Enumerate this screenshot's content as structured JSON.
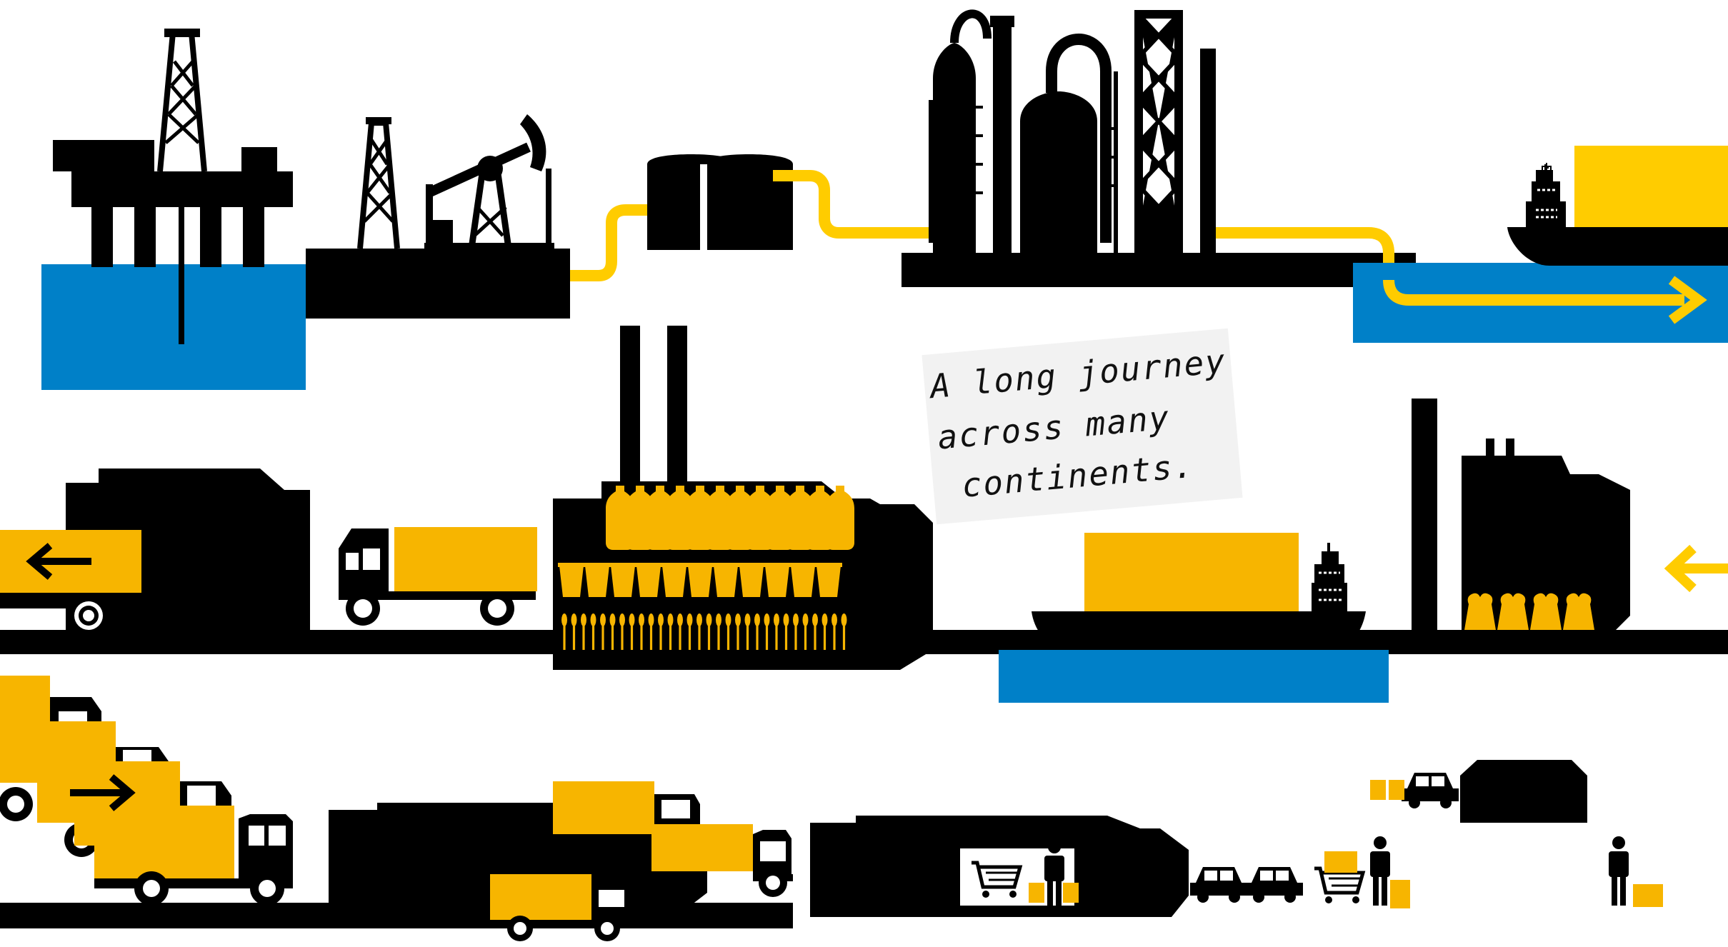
{
  "annotation": {
    "line1": "A long journey",
    "line2": "across many",
    "line3": "continents."
  },
  "palette": {
    "black": "#000000",
    "yellow": "#f7b500",
    "bright_yellow": "#ffcc00",
    "water_blue": "#0080c8",
    "white": "#ffffff"
  },
  "icons": [
    "offshore-oil-rig-icon",
    "oil-derrick-icon",
    "pumpjack-icon",
    "storage-tanks-icon",
    "refinery-icon",
    "tanker-ship-icon",
    "arrow-right-icon",
    "truck-icon",
    "arrow-left-icon",
    "factory-icon",
    "bottle-icon",
    "cup-icon",
    "cutlery-icon",
    "container-ship-icon",
    "incinerator-icon",
    "trash-bag-icon",
    "warehouse-icon",
    "shopping-cart-icon",
    "shopper-icon",
    "car-icon",
    "person-icon"
  ]
}
